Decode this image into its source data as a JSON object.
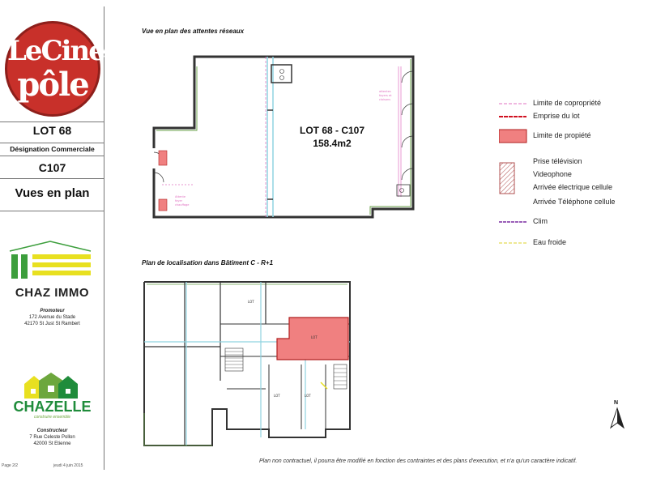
{
  "sidebar": {
    "logo_line1": "LeCiné",
    "logo_line2": "pôle",
    "lot": "LOT 68",
    "designation_label": "Désignation Commerciale",
    "designation_value": "C107",
    "views_title": "Vues en plan",
    "promoter": {
      "brand": "CHAZ IMMO",
      "role": "Promoteur",
      "address_line1": "172 Avenue du Stade",
      "address_line2": "42170 St Just St Rambert"
    },
    "builder": {
      "brand": "CHAZELLE",
      "tagline": "construire ensemble",
      "role": "Constructeur",
      "address_line1": "7 Rue Celeste Pollon",
      "address_line2": "42000 St Etienne"
    },
    "footer_page": "Page 2/2",
    "footer_date": "jeudi 4 juin 2015"
  },
  "main": {
    "plan1_title": "Vue en plan des attentes réseaux",
    "plan1_lot": "LOT 68 - C107",
    "plan1_area": "158.4m2",
    "plan2_title": "Plan de localisation dans Bâtiment C - R+1",
    "north": "N",
    "disclaimer": "Plan non contractuel, il pourra être modifié en fonction des contraintes et des plans d'execution, et n'a qu'un caractère indicatif."
  },
  "legend": {
    "items": [
      {
        "label": "Limite de copropriété",
        "color": "#e070c0"
      },
      {
        "label": "Emprise du lot",
        "color": "#d01020"
      },
      {
        "label": "Limite de propiété",
        "color": "#f08080"
      },
      {
        "label": "Prise télévision"
      },
      {
        "label": "Videophone"
      },
      {
        "label": "Arrivée électrique cellule"
      },
      {
        "label": "Arrivée Téléphone cellule"
      },
      {
        "label": "Clim",
        "color": "#7a2ca0"
      },
      {
        "label": "Eau froide",
        "color": "#e8e070"
      }
    ]
  },
  "colors": {
    "accent_red": "#c8302a",
    "lot_fill": "#f08080",
    "wall": "#333333",
    "wall_green": "#6aa24a",
    "pipe_cyan": "#8fd3e0",
    "chaz_green": "#3c9e3c",
    "chaz_yellow": "#e8e020",
    "chazelle_green": "#1f8c3b"
  }
}
